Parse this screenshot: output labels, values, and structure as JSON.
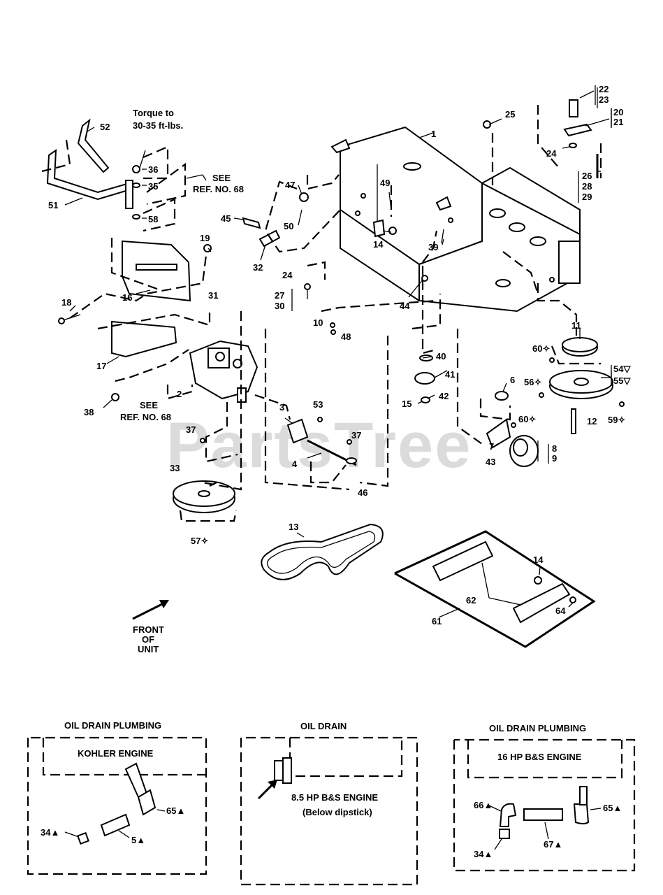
{
  "note_torque": [
    "Torque to",
    "30-35 ft-lbs."
  ],
  "see_ref_top": [
    "SEE",
    "REF. NO. 68"
  ],
  "see_ref_mid": [
    "SEE",
    "REF. NO. 68"
  ],
  "front_label": [
    "FRONT",
    "OF",
    "UNIT"
  ],
  "watermark": "PartsTree",
  "callouts": {
    "c1": "1",
    "c2": "2",
    "c3": "3",
    "c4": "4",
    "c6": "6",
    "c7": "7",
    "c8": "8",
    "c9": "9",
    "c10": "10",
    "c11": "11",
    "c12": "12",
    "c13": "13",
    "c14a": "14",
    "c14b": "14",
    "c15": "15",
    "c16": "16",
    "c17": "17",
    "c18": "18",
    "c19": "19",
    "c20": "20",
    "c21": "21",
    "c22": "22",
    "c23": "23",
    "c24a": "24",
    "c24b": "24",
    "c25": "25",
    "c26": "26",
    "c27": "27",
    "c28": "28",
    "c29": "29",
    "c30": "30",
    "c31": "31",
    "c32": "32",
    "c33": "33",
    "c35": "35",
    "c36": "36",
    "c37a": "37",
    "c37b": "37",
    "c38": "38",
    "c39": "39",
    "c40": "40",
    "c41": "41",
    "c42": "42",
    "c43": "43",
    "c44": "44",
    "c45": "45",
    "c46": "46",
    "c47": "47",
    "c48": "48",
    "c49": "49",
    "c50": "50",
    "c51": "51",
    "c52": "52",
    "c53": "53",
    "c54": "54▽",
    "c55": "55▽",
    "c56": "56✧",
    "c57": "57✧",
    "c58": "58",
    "c59": "59✧",
    "c60a": "60✧",
    "c60b": "60✧",
    "c61": "61",
    "c62": "62",
    "c64": "64"
  },
  "insets": {
    "left": {
      "title": "OIL DRAIN PLUMBING",
      "engine": "KOHLER ENGINE",
      "c34": "34▲",
      "c5": "5▲",
      "c65": "65▲"
    },
    "middle": {
      "title": "OIL DRAIN",
      "engine": "8.5 HP B&S ENGINE",
      "note": "(Below dipstick)"
    },
    "right": {
      "title": "OIL DRAIN PLUMBING",
      "engine": "16 HP B&S ENGINE",
      "c66": "66▲",
      "c65": "65▲",
      "c67": "67▲",
      "c34": "34▲"
    }
  }
}
